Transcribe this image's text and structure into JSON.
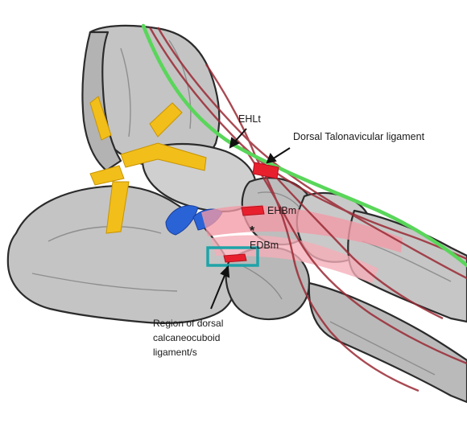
{
  "labels": {
    "ehlt": "EHLt",
    "dorsal_tn": "Dorsal Talonavicular ligament",
    "ehbm": "EHBm",
    "star": "*",
    "edbm": "EDBm",
    "region_line1": "Region of dorsal",
    "region_line2": "calcaneocuboid",
    "region_line3": "ligament/s"
  },
  "colors": {
    "bone_fill": "#c4c4c4",
    "bone_dark": "#8a8a8a",
    "bone_outline": "#2b2b2b",
    "ligament_yellow": "#f2be1a",
    "ligament_blue": "#2a63d6",
    "tendon_green": "#59d65a",
    "tendon_dark_red": "#9b2a35",
    "muscle_pink": "#f39aa6",
    "ligament_red": "#e8202e",
    "box_teal": "#1fa3a8"
  }
}
